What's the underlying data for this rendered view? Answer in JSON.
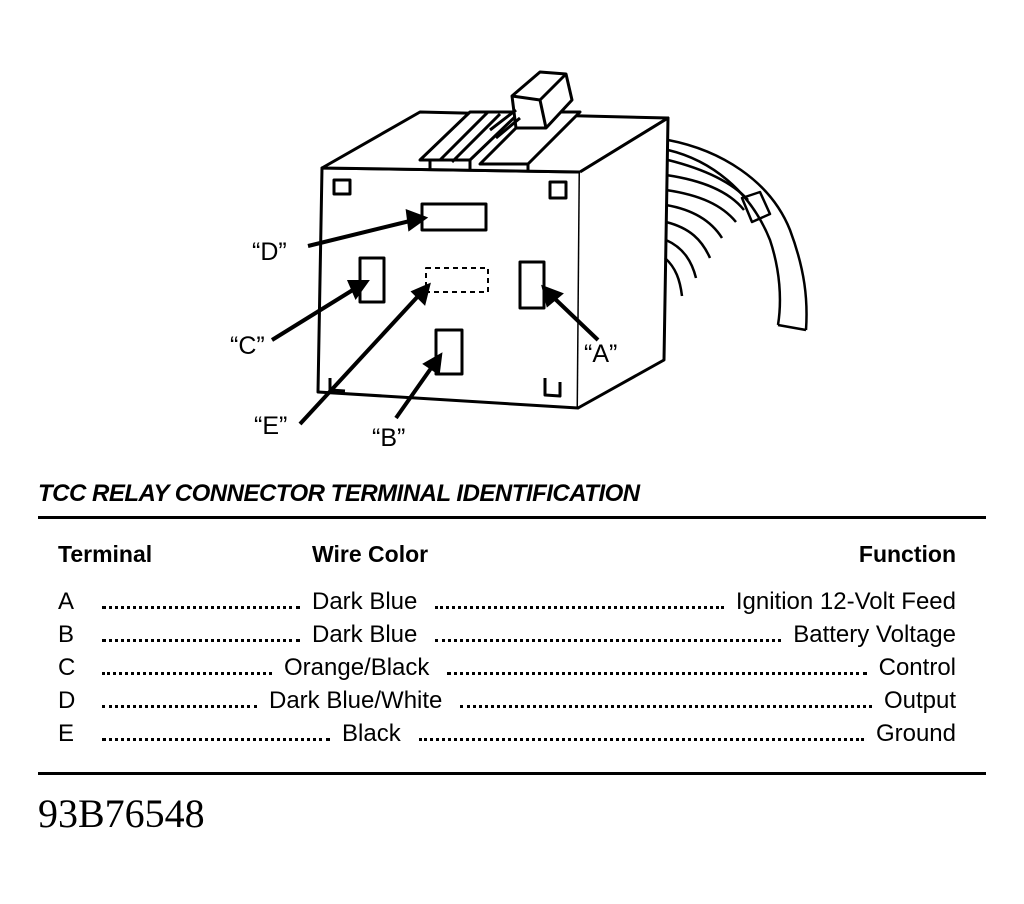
{
  "callouts": {
    "a": "“A”",
    "b": "“B”",
    "c": "“C”",
    "d": "“D”",
    "e": "“E”"
  },
  "title": "TCC RELAY CONNECTOR TERMINAL IDENTIFICATION",
  "table": {
    "headers": {
      "terminal": "Terminal",
      "wire_color": "Wire Color",
      "function": "Function"
    },
    "rows": [
      {
        "terminal": "A",
        "wire_color": "Dark Blue",
        "function": "Ignition 12-Volt Feed"
      },
      {
        "terminal": "B",
        "wire_color": "Dark Blue",
        "function": "Battery Voltage"
      },
      {
        "terminal": "C",
        "wire_color": "Orange/Black",
        "function": "Control"
      },
      {
        "terminal": "D",
        "wire_color": "Dark Blue/White",
        "function": "Output"
      },
      {
        "terminal": "E",
        "wire_color": "Black",
        "function": "Ground"
      }
    ]
  },
  "figure_id": "93B76548"
}
